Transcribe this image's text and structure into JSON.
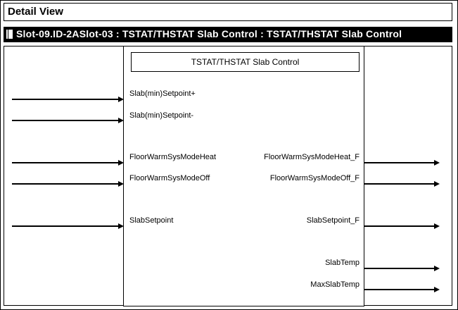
{
  "panel": {
    "title": "Detail View"
  },
  "header": {
    "text": "Slot-09.ID-2ASlot-03 : TSTAT/THSTAT Slab Control : TSTAT/THSTAT Slab Control"
  },
  "block": {
    "title": "TSTAT/THSTAT Slab Control",
    "inputs": [
      {
        "label": "Slab(min)Setpoint+"
      },
      {
        "label": "Slab(min)Setpoint-"
      },
      {
        "label": "FloorWarmSysModeHeat"
      },
      {
        "label": "FloorWarmSysModeOff"
      },
      {
        "label": "SlabSetpoint"
      }
    ],
    "outputs": [
      {
        "label": "FloorWarmSysModeHeat_F"
      },
      {
        "label": "FloorWarmSysModeOff_F"
      },
      {
        "label": "SlabSetpoint_F"
      },
      {
        "label": "SlabTemp"
      },
      {
        "label": "MaxSlabTemp"
      }
    ]
  }
}
